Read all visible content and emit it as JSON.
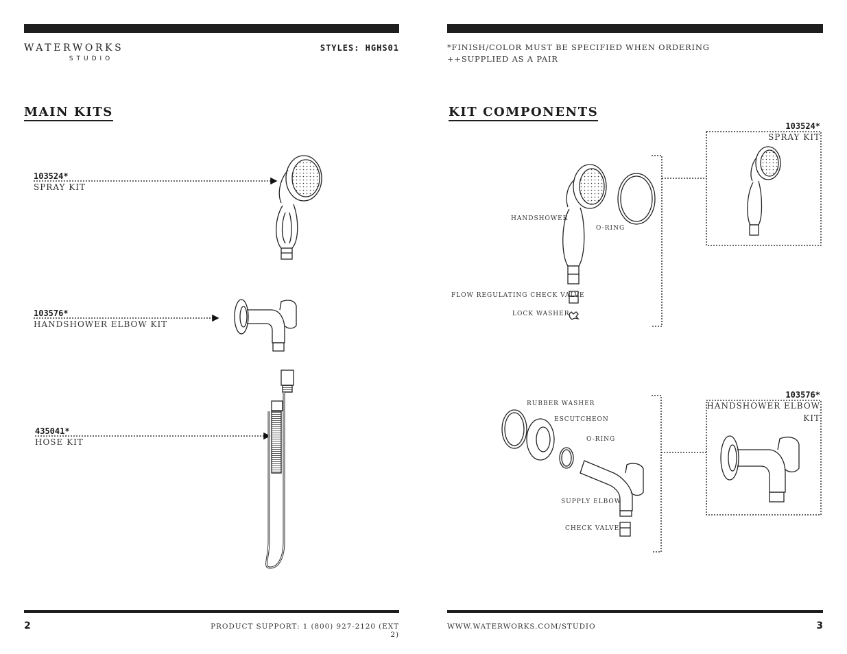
{
  "header": {
    "brand_name": "WATERWORKS",
    "brand_sub": "STUDIO",
    "styles": "STYLES:  HGHS01",
    "note_finish": "*FINISH/COLOR MUST BE SPECIFIED WHEN ORDERING",
    "note_pair": "++SUPPLIED AS A PAIR"
  },
  "main_kits": {
    "title": "MAIN KITS",
    "items": [
      {
        "code": "103524*",
        "label": "SPRAY KIT"
      },
      {
        "code": "103576*",
        "label": "HANDSHOWER ELBOW KIT"
      },
      {
        "code": "435041*",
        "label": "HOSE KIT"
      }
    ]
  },
  "kit_components": {
    "title": "KIT COMPONENTS",
    "spray_kit": {
      "code": "103524*",
      "label": "SPRAY KIT",
      "parts": [
        "HANDSHOWER",
        "O-RING",
        "FLOW REGULATING CHECK VALVE",
        "LOCK WASHER"
      ]
    },
    "elbow_kit": {
      "code": "103576*",
      "label_line1": "HANDSHOWER ELBOW",
      "label_line2": "KIT",
      "parts": [
        "RUBBER WASHER",
        "ESCUTCHEON",
        "O-RING",
        "SUPPLY ELBOW",
        "CHECK VALVE"
      ]
    }
  },
  "footer": {
    "page_left": "2",
    "support": "PRODUCT SUPPORT: 1 (800) 927-2120 (EXT 2)",
    "website": "WWW.WATERWORKS.COM/STUDIO",
    "page_right": "3"
  }
}
